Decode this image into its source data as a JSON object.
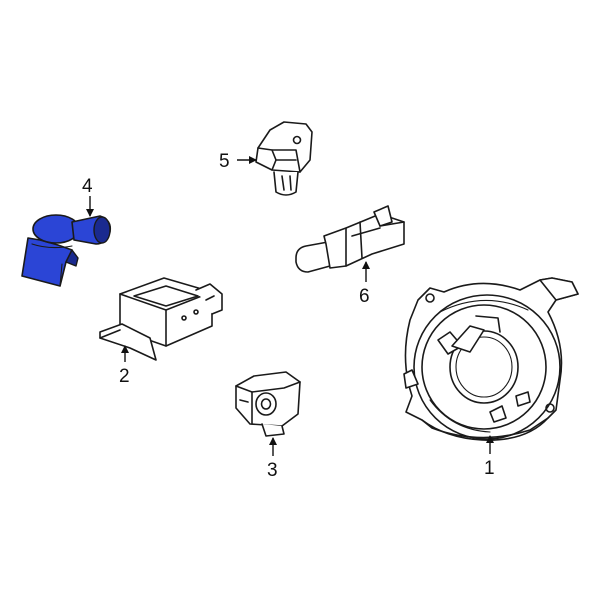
{
  "colors": {
    "highlight": "#2b45d6",
    "highlight_dark": "#1a2a8f",
    "line": "#1a1a1a"
  },
  "callouts": {
    "c1": "1",
    "c2": "2",
    "c3": "3",
    "c4": "4",
    "c5": "5",
    "c6": "6"
  }
}
